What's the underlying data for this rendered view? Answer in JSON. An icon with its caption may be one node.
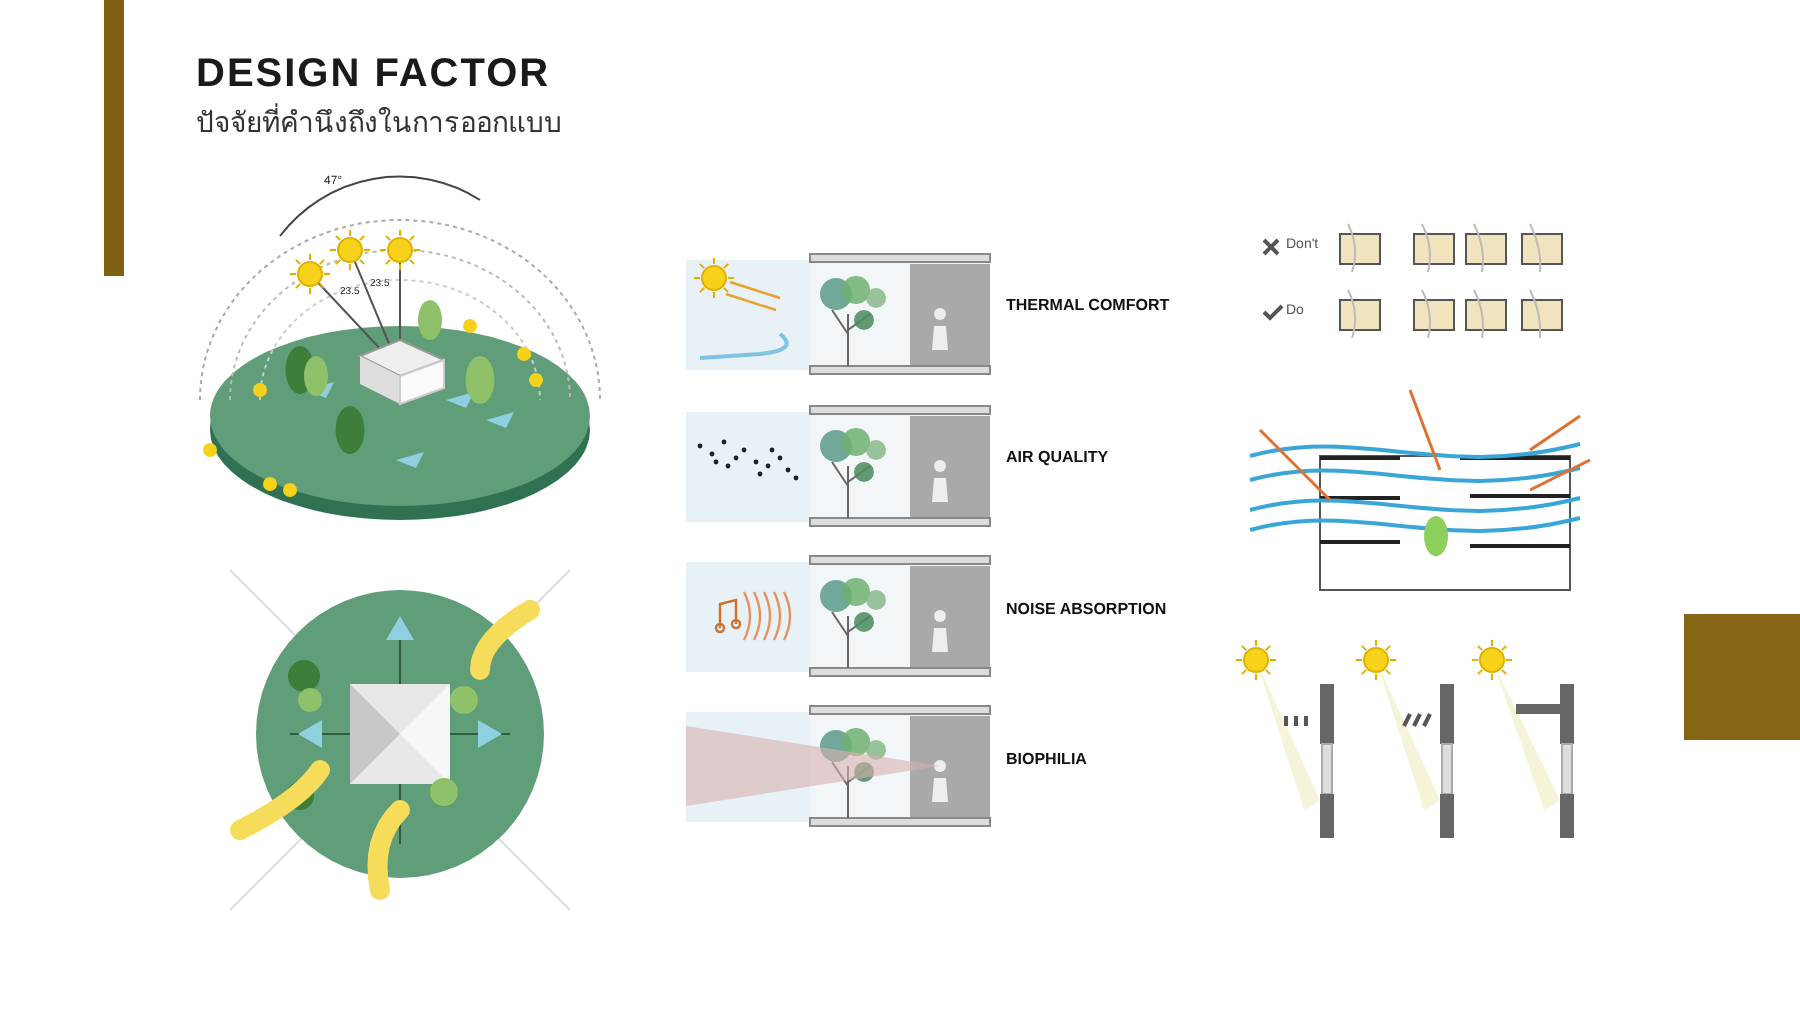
{
  "diagram": {
    "title": "DESIGN FACTOR",
    "labels": [
      "ปัจจัยที่คำนึงถึงในการออกแบบ",
      "47°",
      "23.5",
      "23.5",
      "THERMAL COMFORT",
      "AIR QUALITY",
      "NOISE ABSORPTION",
      "BIOPHILIA",
      "Don't",
      "Do"
    ]
  }
}
